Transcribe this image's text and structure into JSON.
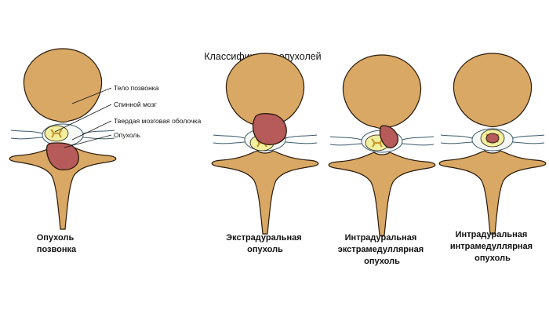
{
  "title": "Классификация опухолей",
  "callouts": {
    "vertebral_body": "Тело позвонка",
    "spinal_cord": "Спинной мозг",
    "dura_mater": "Твердая мозговая оболочка",
    "tumor": "Опухоль"
  },
  "captions": [
    {
      "lines": [
        "Опухоль",
        "позвонка"
      ]
    },
    {
      "lines": [
        "Экстрадуральная",
        "опухоль"
      ]
    },
    {
      "lines": [
        "Интрадуральная",
        "экстрамедуллярная",
        "опухоль"
      ]
    },
    {
      "lines": [
        "Интрадуральная",
        "интрамедуллярная",
        "опухоль"
      ]
    }
  ],
  "colors": {
    "bone": "#d9a865",
    "bone_outline": "#2a1a0a",
    "tumor": "#b65a5a",
    "cord_fill": "#f2f0a0",
    "grey_matter": "#f0c84a",
    "dura_line": "#3a5a6a",
    "canal": "#f7f9f7"
  }
}
